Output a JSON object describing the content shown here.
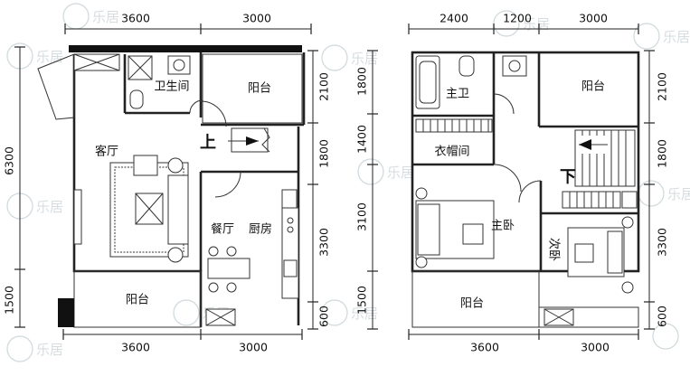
{
  "left_plan": {
    "top_dims": [
      "3600",
      "3000"
    ],
    "bottom_dims": [
      "3600",
      "3000"
    ],
    "left_dims": [
      "6300",
      "1500"
    ],
    "right_dims": [
      "2100",
      "1800",
      "3300",
      "600"
    ],
    "rooms": {
      "bathroom": "卫生间",
      "balcony_top": "阳台",
      "living": "客厅",
      "dining": "餐厅",
      "kitchen": "厨房",
      "balcony_bottom": "阳台"
    },
    "stair_label": "上"
  },
  "right_plan": {
    "top_dims": [
      "2400",
      "1200",
      "3000"
    ],
    "bottom_dims": [
      "3600",
      "3000"
    ],
    "left_dims": [
      "1800",
      "1400",
      "3100",
      "1500"
    ],
    "right_dims": [
      "2100",
      "1800",
      "3300",
      "600"
    ],
    "rooms": {
      "master_bath": "主卫",
      "balcony_top": "阳台",
      "closet": "衣帽间",
      "master_bed": "主卧",
      "second_bed": "次卧",
      "balcony_bottom": "阳台"
    },
    "stair_label": "下"
  },
  "watermark": "乐居"
}
